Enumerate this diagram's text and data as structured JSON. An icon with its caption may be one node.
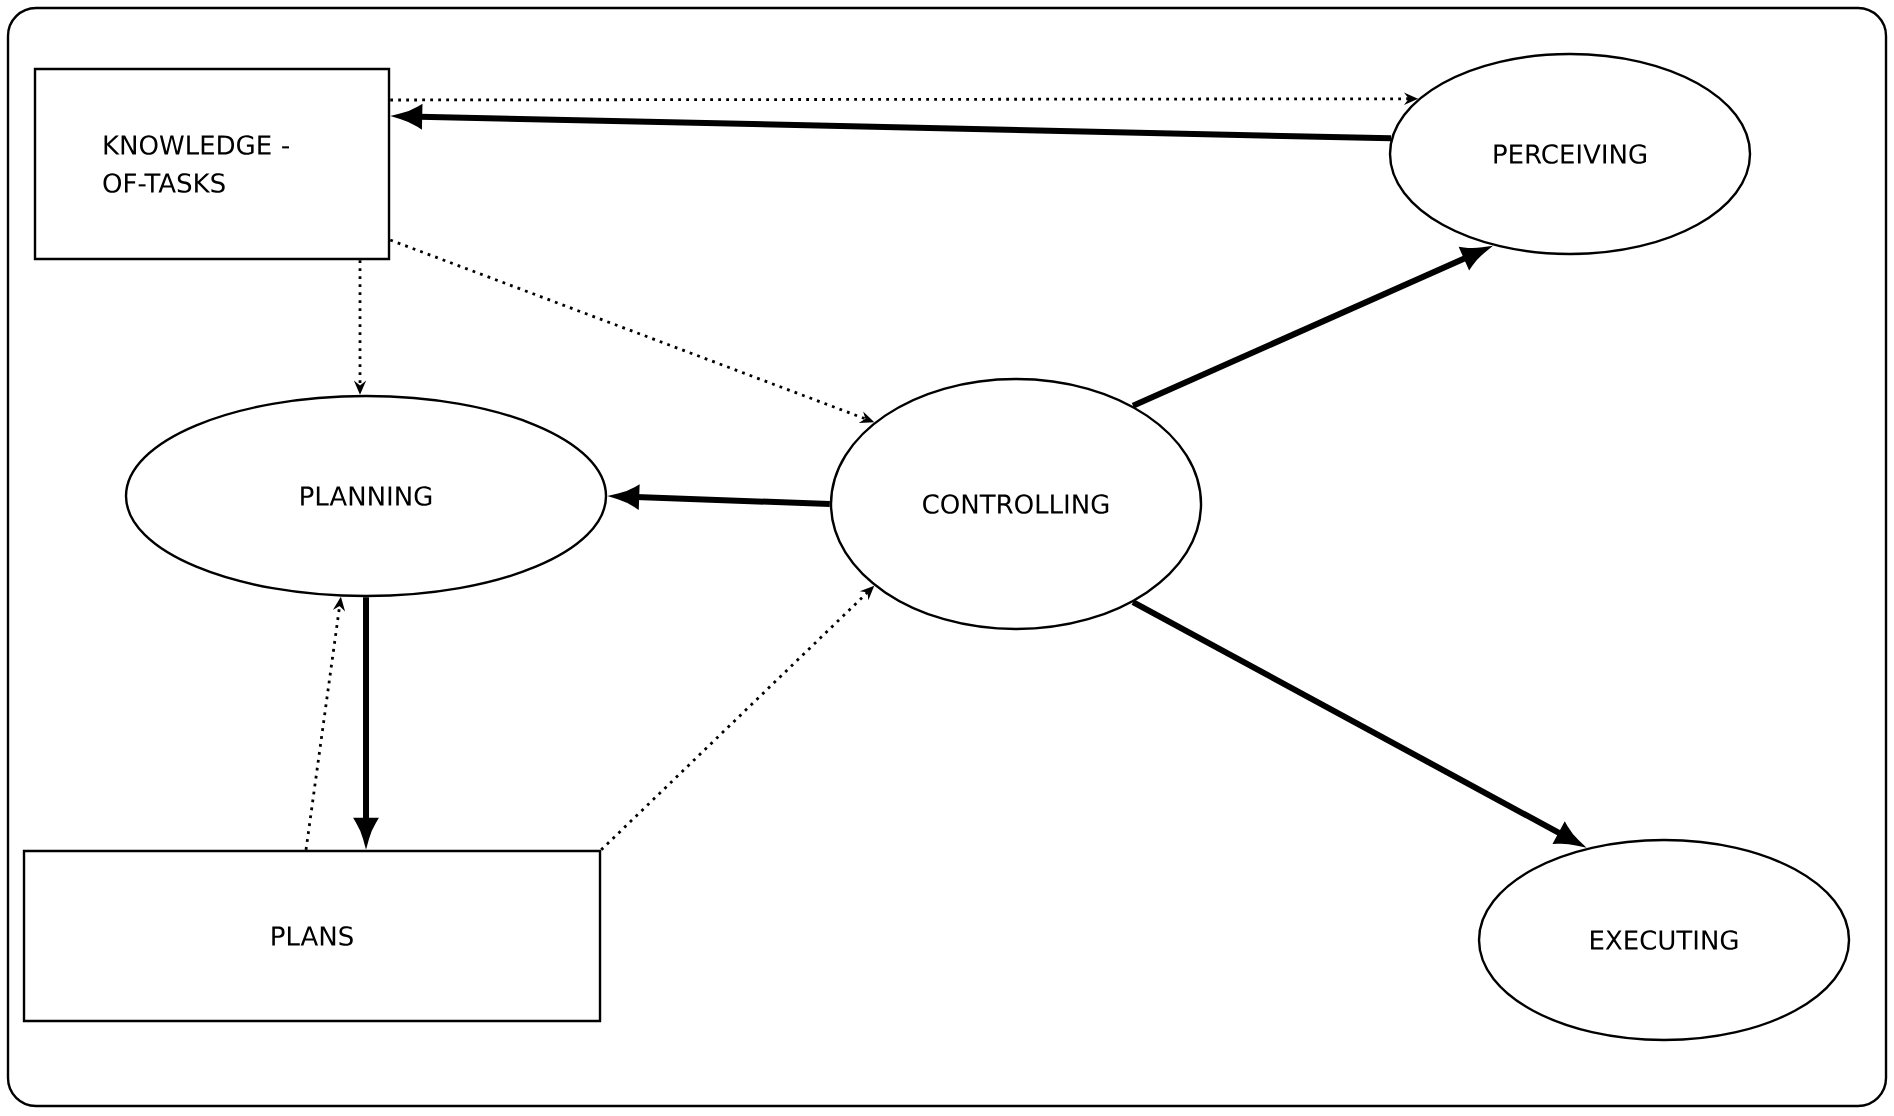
{
  "diagram": {
    "nodes": [
      {
        "text": [
          "KNOWLEDGE -OF-TASKS"
        ]
      },
      {
        "text": [
          "PERCEIVING"
        ]
      },
      {
        "text": [
          "PLANNING"
        ]
      },
      {
        "text": [
          "CONTROLLING"
        ]
      },
      {
        "text": [
          "PLANS"
        ]
      },
      {
        "text": [
          "EXECUTING"
        ]
      }
    ],
    "edges": [
      {
        "from": 0,
        "to": 1,
        "arrow": "to",
        "style": "dashed"
      },
      {
        "from": 1,
        "to": 0,
        "arrow": "to",
        "style": "thick"
      },
      {
        "from": 0,
        "to": 2,
        "arrow": "to",
        "style": "dashed"
      },
      {
        "from": 0,
        "to": 3,
        "arrow": "to",
        "style": "dashed"
      },
      {
        "from": 3,
        "to": 2,
        "arrow": "to",
        "style": "thick"
      },
      {
        "from": 3,
        "to": 1,
        "arrow": "to",
        "style": "thick"
      },
      {
        "from": 3,
        "to": 5,
        "arrow": "to",
        "style": "thick"
      },
      {
        "from": 2,
        "to": 4,
        "arrow": "to",
        "style": "thick"
      },
      {
        "from": 4,
        "to": 2,
        "arrow": "to",
        "style": "dashed"
      },
      {
        "from": 4,
        "to": 3,
        "arrow": "to",
        "style": "dashed"
      }
    ]
  }
}
